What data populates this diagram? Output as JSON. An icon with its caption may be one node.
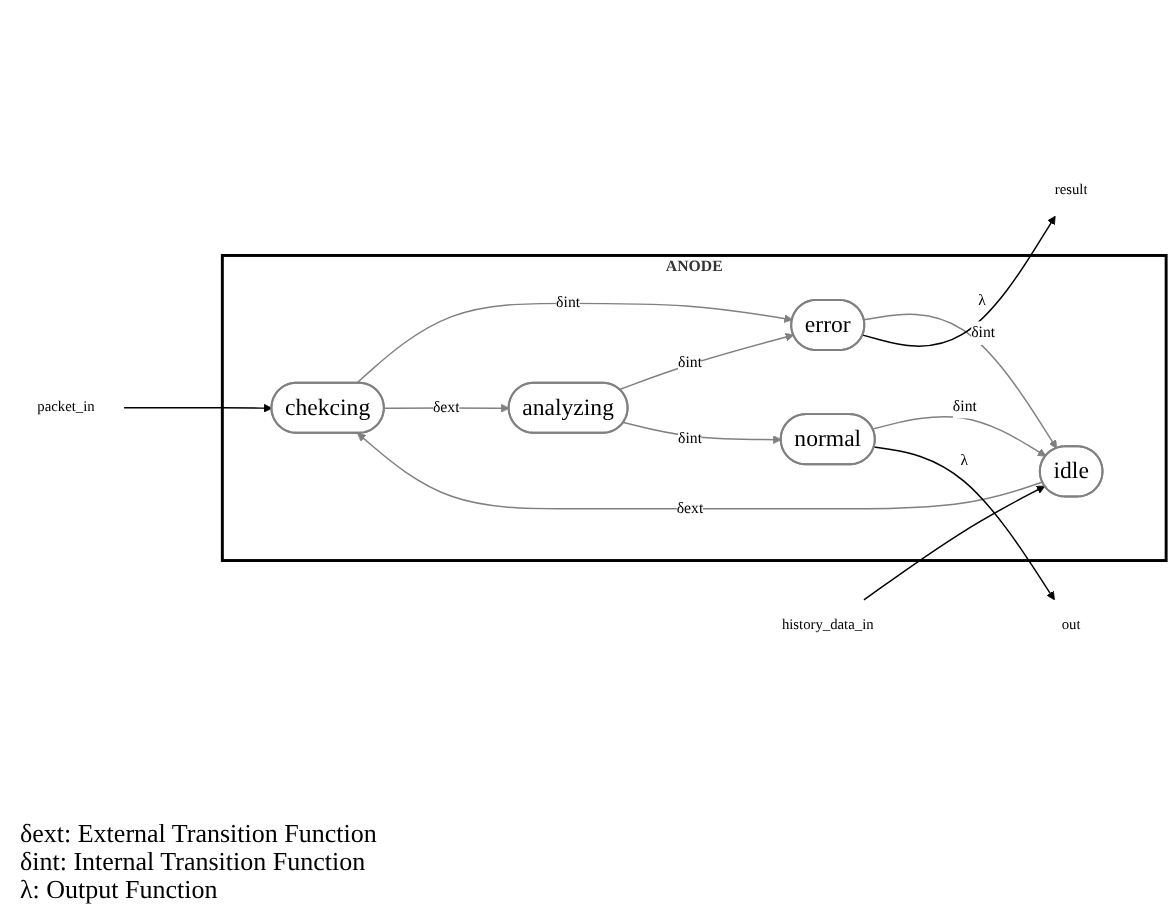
{
  "diagram": {
    "nodes": [
      {
        "text": [
          "packet_in"
        ]
      },
      {
        "text": [
          "history_data_in"
        ]
      },
      {
        "text": [
          "ANODE"
        ]
      },
      {
        "text": [
          "idle"
        ],
        "in": 2
      },
      {
        "text": [
          "chekcing"
        ],
        "in": 2
      },
      {
        "text": [
          "error"
        ],
        "in": 2
      },
      {
        "text": [
          "result"
        ]
      },
      {
        "text": [
          "analyzing"
        ],
        "in": 2
      },
      {
        "text": [
          "normal"
        ],
        "in": 2
      },
      {
        "text": [
          "out"
        ]
      }
    ],
    "edges": [
      {
        "from": 0,
        "to": 4,
        "arrow": "to",
        "color": "#000000"
      },
      {
        "from": 1,
        "to": 3,
        "arrow": "to",
        "color": "#000000"
      },
      {
        "from": 3,
        "to": 4,
        "arrow": "to",
        "label": "δext"
      },
      {
        "from": 4,
        "to": 5,
        "arrow": "to",
        "label": "δint"
      },
      {
        "from": 5,
        "to": 3,
        "arrow": "to",
        "label": "δint"
      },
      {
        "from": 8,
        "to": 3,
        "arrow": "to",
        "label": "δint"
      },
      {
        "from": 4,
        "to": 7,
        "arrow": "to",
        "label": "δext"
      },
      {
        "from": 7,
        "to": 5,
        "arrow": "to",
        "label": "δint"
      },
      {
        "from": 7,
        "to": 8,
        "arrow": "to",
        "label": "δint"
      },
      {
        "from": 5,
        "to": 6,
        "arrow": "to",
        "label": "λ",
        "color": "#000000"
      },
      {
        "from": 8,
        "to": 9,
        "arrow": "to",
        "label": "λ",
        "color": "#000000"
      }
    ],
    "labels": [
      "δext: External Transition Function",
      "δint: Internal Transition Function",
      "λ: Output Function"
    ]
  }
}
